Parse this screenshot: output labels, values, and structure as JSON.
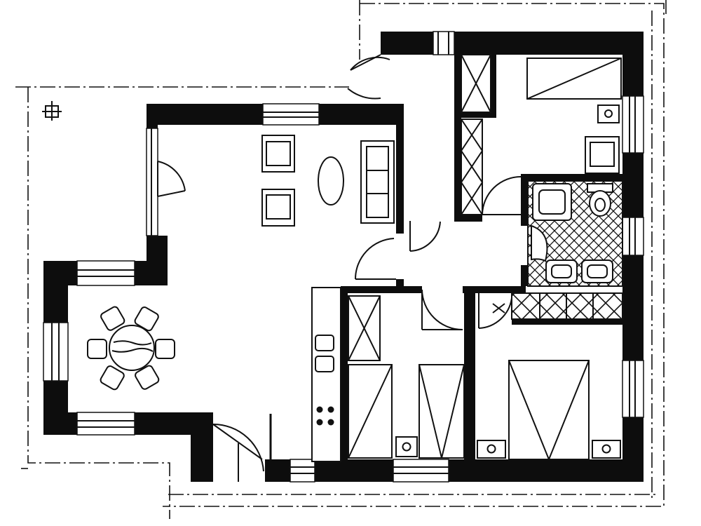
{
  "drawing": {
    "type": "architectural floor plan",
    "style": "black and white line drawing",
    "colors": {
      "wall": "#0d0d0d",
      "line": "#111111",
      "background": "#ffffff"
    },
    "text_labels": []
  },
  "rooms": [
    {
      "id": "terrace",
      "furniture": [
        "post"
      ]
    },
    {
      "id": "living",
      "furniture": [
        "armchair",
        "armchair",
        "oval-table",
        "sofa"
      ]
    },
    {
      "id": "dining",
      "furniture": [
        "round-table",
        "chair",
        "chair",
        "chair",
        "chair",
        "chair",
        "chair"
      ]
    },
    {
      "id": "kitchen",
      "furniture": [
        "counter",
        "stove",
        "sink"
      ]
    },
    {
      "id": "bedroom-1",
      "furniture": [
        "bed",
        "wardrobe",
        "nightstand",
        "armchair"
      ]
    },
    {
      "id": "bedroom-2",
      "furniture": [
        "bed",
        "bed",
        "wardrobe",
        "nightstand"
      ]
    },
    {
      "id": "bedroom-3",
      "furniture": [
        "double-bed",
        "wardrobe",
        "nightstand",
        "nightstand"
      ]
    },
    {
      "id": "bathroom",
      "furniture": [
        "bathtub",
        "toilet",
        "washbasin",
        "washbasin"
      ]
    },
    {
      "id": "hall",
      "furniture": []
    }
  ]
}
